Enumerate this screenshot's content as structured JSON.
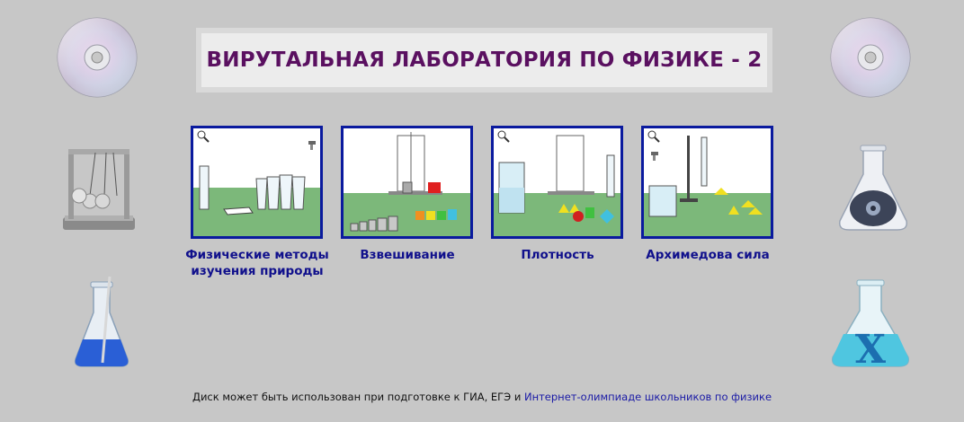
{
  "header": {
    "title": "ВИРУТАЛЬНАЯ ЛАБОРАТОРИЯ ПО ФИЗИКЕ - 2"
  },
  "experiments": [
    {
      "label": "Физические методы изучения природы"
    },
    {
      "label": "Взвешивание"
    },
    {
      "label": "Плотность"
    },
    {
      "label": "Архимедова сила"
    }
  ],
  "footer": {
    "text": "Диск может быть использован при подготовке к ГИА, ЕГЭ и ",
    "link": "Интернет-олимпиаде школьников по физике"
  },
  "colors": {
    "title": "#5a1060",
    "card_border": "#0a1a9e",
    "label": "#10108c",
    "table": "#7cb87a"
  },
  "icons": [
    "cd-disc-icon",
    "newtons-cradle-icon",
    "blue-flask-icon",
    "disc-flask-icon",
    "x-flask-icon",
    "magnifier-icon",
    "tap-icon"
  ]
}
